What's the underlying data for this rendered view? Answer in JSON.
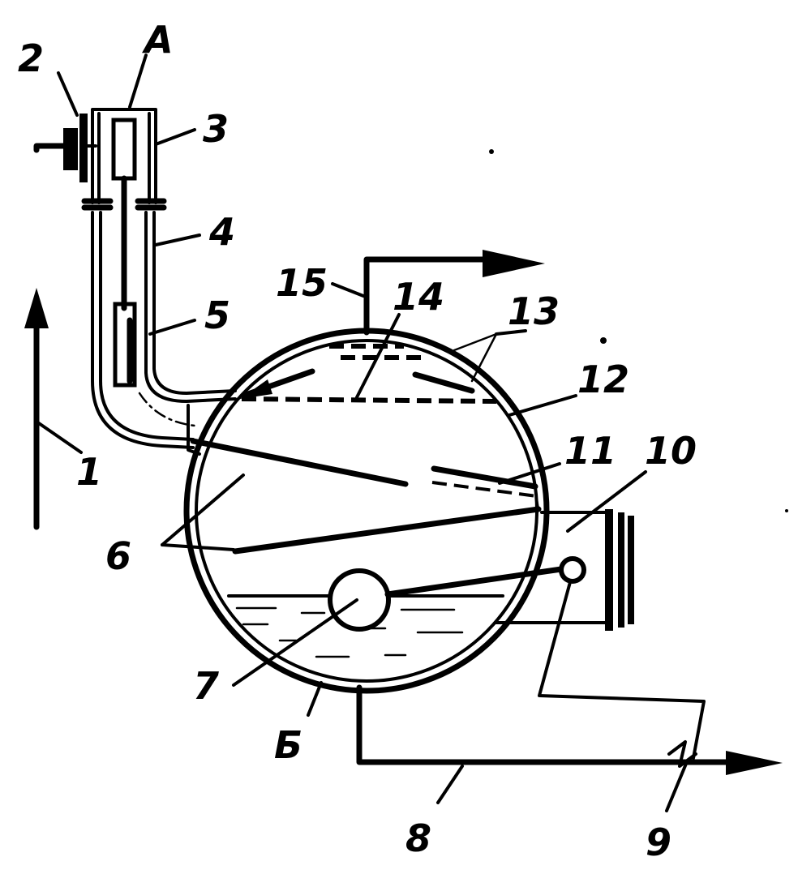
{
  "labels": {
    "l1": "1",
    "l2": "2",
    "lA": "A",
    "l3": "3",
    "l4": "4",
    "l5": "5",
    "l6": "6",
    "l7": "7",
    "lB": "Б",
    "l8": "8",
    "l9": "9",
    "l10": "10",
    "l11": "11",
    "l12": "12",
    "l13": "13",
    "l14": "14",
    "l15": "15"
  },
  "colors": {
    "ink": "#000000",
    "paper": "#ffffff"
  }
}
